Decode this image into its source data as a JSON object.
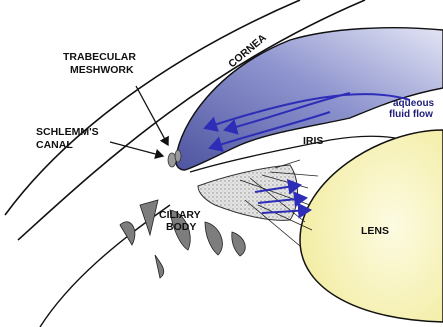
{
  "labels": {
    "cornea": "CORNEA",
    "trabecular_1": "TRABECULAR",
    "trabecular_2": "MESHWORK",
    "schlemm_1": "SCHLEMM'S",
    "schlemm_2": "CANAL",
    "iris": "IRIS",
    "aqueous_1": "aqueous",
    "aqueous_2": "fluid flow",
    "ciliary_1": "CILIARY",
    "ciliary_2": "BODY",
    "lens": "LENS"
  },
  "colors": {
    "iris_dark": "#5a5fa8",
    "iris_light": "#d9dcf0",
    "lens_fill": "#f7f3c2",
    "flow_arrow": "#2d2db8",
    "ciliary_gray": "#7d7d7d",
    "outline": "#111111"
  }
}
